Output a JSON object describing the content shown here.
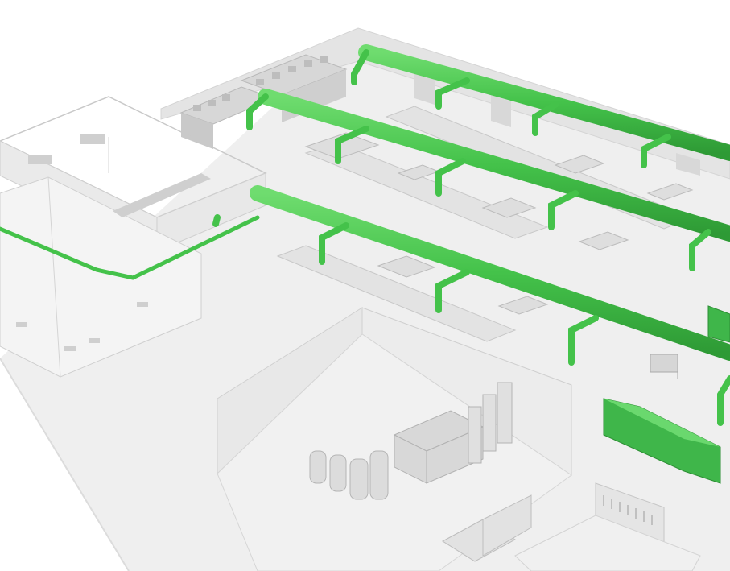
{
  "scene": {
    "kind": "isometric-factory-floor-render",
    "colors": {
      "background": "#ffffff",
      "floor": "#efefef",
      "floor_edge": "#dcdcdc",
      "wall": "#e6e6e6",
      "wall_dark": "#cfcfcf",
      "glass": "#f6f6f6",
      "machine": "#e2e2e2",
      "machine_dark": "#bdbdbd",
      "duct": "#44c24a",
      "duct_light": "#6fdc6f",
      "duct_dark": "#2e9a35",
      "shelf": "#cfcfcf"
    },
    "elements": [
      {
        "name": "building-shell",
        "icon": "floor-slab-icon"
      },
      {
        "name": "ventilation-ducts",
        "icon": "green-duct-icon"
      },
      {
        "name": "storage-racks",
        "icon": "shelving-icon"
      },
      {
        "name": "office-module",
        "icon": "glass-office-icon"
      },
      {
        "name": "production-lines",
        "icon": "conveyor-machine-icon"
      },
      {
        "name": "plant-room",
        "icon": "boiler-tank-icon"
      },
      {
        "name": "hvac-units",
        "icon": "air-handler-icon"
      },
      {
        "name": "tool-workshop",
        "icon": "tool-wall-icon"
      },
      {
        "name": "forklift",
        "icon": "forklift-icon"
      }
    ]
  }
}
